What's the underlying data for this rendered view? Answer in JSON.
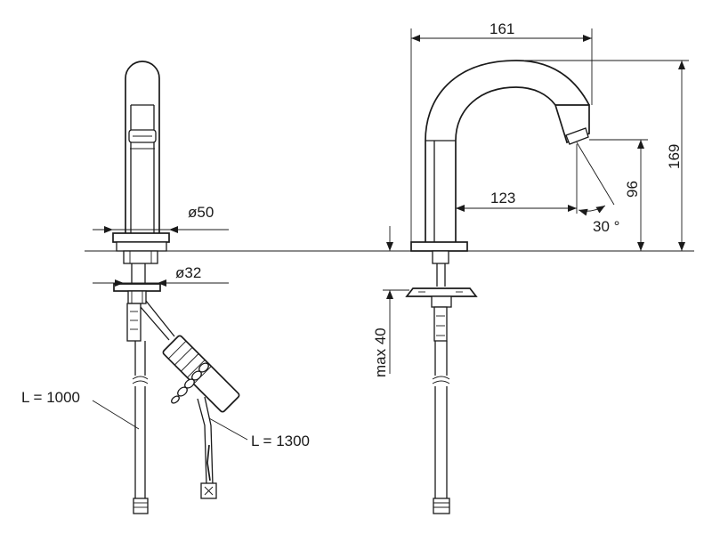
{
  "dimensions": {
    "spout_width": "161",
    "height_total": "169",
    "spout_reach": "123",
    "outlet_height": "96",
    "angle": "30 °",
    "base_diameter": "ø50",
    "shank_diameter": "ø32",
    "max_thickness": "max 40",
    "hose_length": "L = 1000",
    "cable_length": "L = 1300"
  }
}
